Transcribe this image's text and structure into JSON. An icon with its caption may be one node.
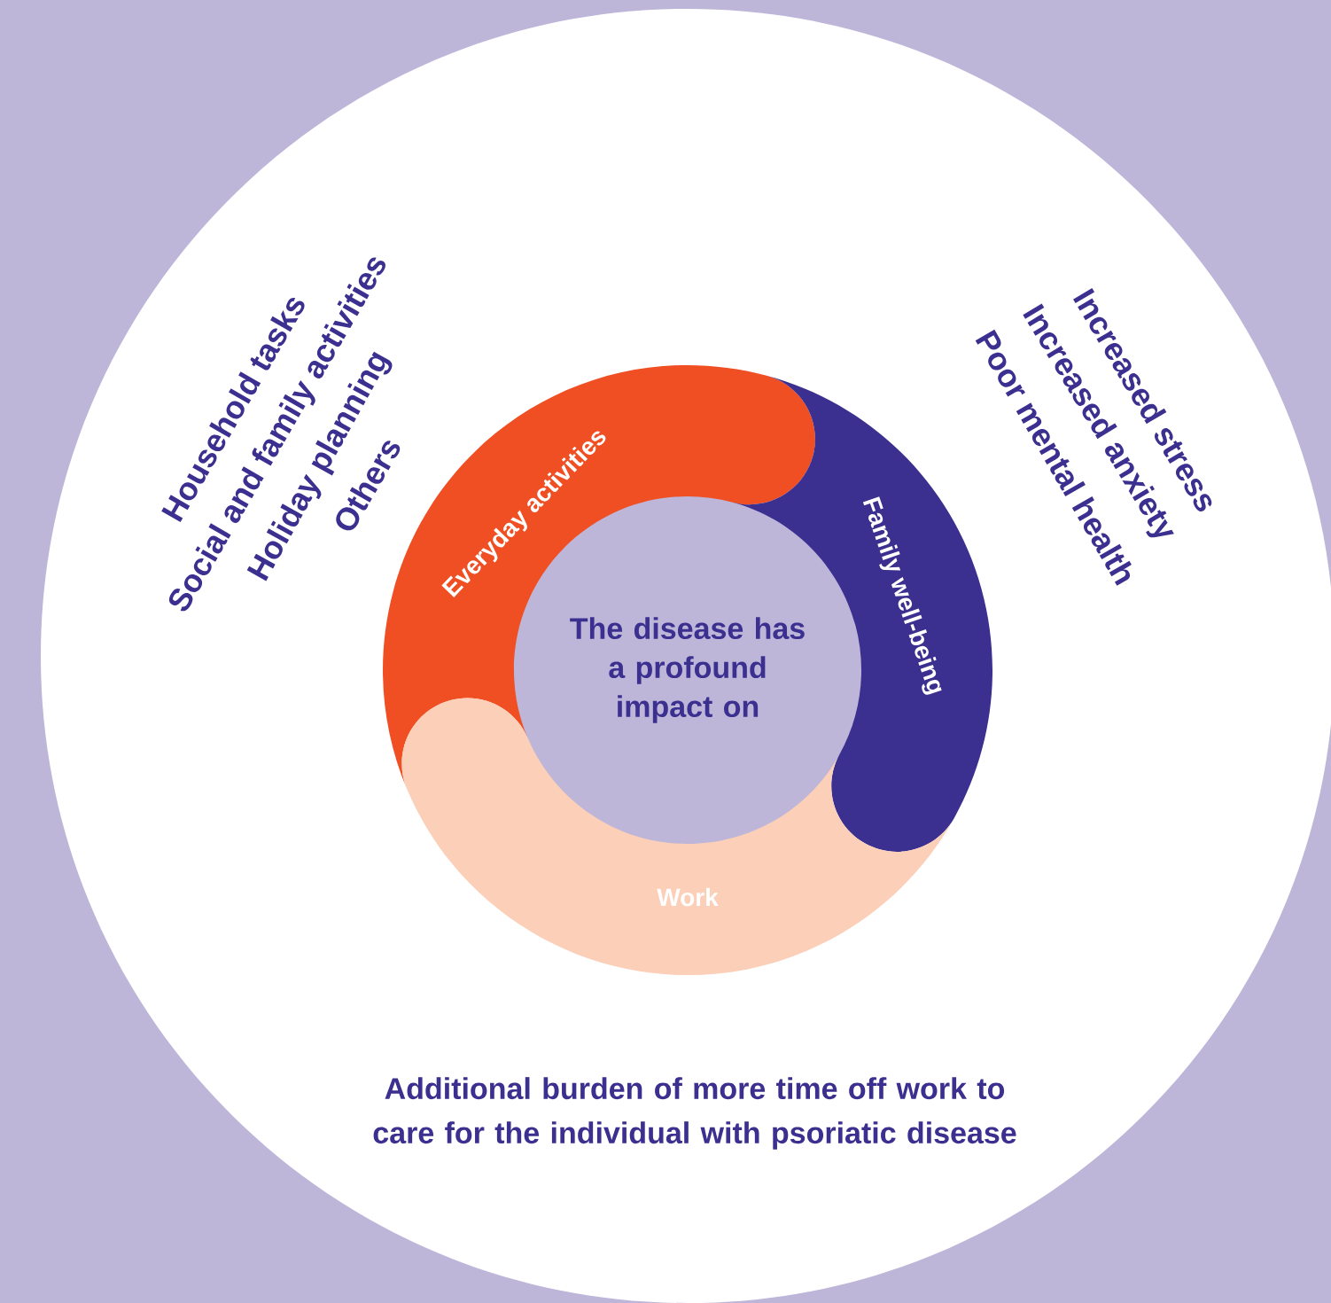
{
  "diagram": {
    "nodes": [
      {
        "text": [
          "The disease has a profound impact on"
        ]
      },
      {
        "text": [
          "Everyday activities"
        ],
        "beside": [
          "Household tasks",
          "Social and family activities",
          "Holiday planning",
          "Others"
        ]
      },
      {
        "text": [
          "Family well-being"
        ],
        "beside": [
          "Increased stress",
          "Increased anxiety",
          "Poor mental health"
        ]
      },
      {
        "text": [
          "Work"
        ],
        "beside": [
          "Additional burden of more time off work to care for the individual with psoriatic disease"
        ]
      }
    ]
  }
}
